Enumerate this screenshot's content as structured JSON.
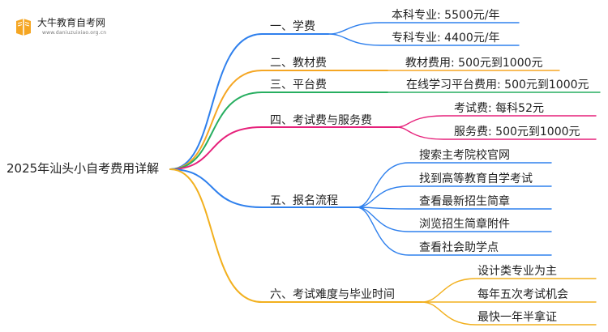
{
  "watermark": {
    "brand": "大牛教育自考网",
    "site": "www.daniuzuixiao.org.cn",
    "logo_icon": "book-logo-icon"
  },
  "root": "2025年汕头小自考费用详解",
  "colors": {
    "blue": "#2f80ed",
    "orange": "#f5a623",
    "green": "#27ae60",
    "pink": "#e6207a",
    "yellow": "#f2b01e"
  },
  "branches": [
    {
      "label": "一、学费",
      "color": "#2f80ed",
      "children": [
        "本科专业: 5500元/年",
        "专科专业: 4400元/年"
      ]
    },
    {
      "label": "二、教材费",
      "color": "#f5a623",
      "children": [
        "教材费用: 500元到1000元"
      ]
    },
    {
      "label": "三、平台费",
      "color": "#27ae60",
      "children": [
        "在线学习平台费用: 500元到1000元"
      ]
    },
    {
      "label": "四、考试费与服务费",
      "color": "#e6207a",
      "children": [
        "考试费: 每科52元",
        "服务费: 500元到1000元"
      ]
    },
    {
      "label": "五、报名流程",
      "color": "#2f80ed",
      "children": [
        "搜索主考院校官网",
        "找到高等教育自学考试",
        "查看最新招生简章",
        "浏览招生简章附件",
        "查看社会助学点"
      ]
    },
    {
      "label": "六、考试难度与毕业时间",
      "color": "#f2b01e",
      "children": [
        "设计类专业为主",
        "每年五次考试机会",
        "最快一年半拿证"
      ]
    }
  ]
}
